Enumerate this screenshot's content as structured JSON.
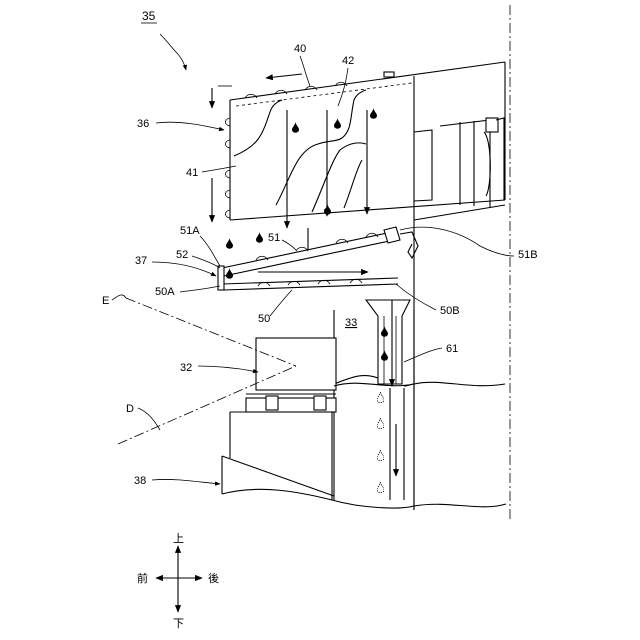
{
  "figure": {
    "ref_main": "35",
    "labels": {
      "l40": "40",
      "l42": "42",
      "l36": "36",
      "l41": "41",
      "l51A": "51A",
      "l51": "51",
      "l51B": "51B",
      "l52": "52",
      "l37": "37",
      "l50A": "50A",
      "l50B": "50B",
      "l50": "50",
      "l33": "33",
      "l61": "61",
      "lE": "E",
      "l32": "32",
      "lD": "D",
      "l38": "38"
    },
    "directions": {
      "up": "上",
      "down": "下",
      "front": "前",
      "back": "後"
    }
  }
}
